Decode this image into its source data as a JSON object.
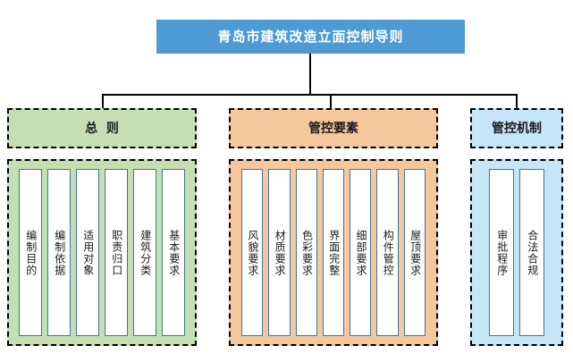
{
  "diagram": {
    "title": "青岛市建筑改造立面控制导则",
    "colors": {
      "title_bg": "#4d9ad4",
      "general_bg": "#c5dfb3",
      "elements_bg": "#f4c79d",
      "mechanism_bg": "#c5e6f7",
      "leaf_border": "#41729f",
      "connector": "#000000"
    },
    "sections": [
      {
        "key": "general",
        "header": "总  则",
        "items": [
          "编制目的",
          "编制依据",
          "适用对象",
          "职责归口",
          "建筑分类",
          "基本要求"
        ]
      },
      {
        "key": "elements",
        "header": "管控要素",
        "items": [
          "风貌要求",
          "材质要求",
          "色彩要求",
          "界面完整",
          "细部要求",
          "构件管控",
          "屋顶要求"
        ]
      },
      {
        "key": "mechanism",
        "header": "管控机制",
        "items": [
          "审批程序",
          "合法合规"
        ]
      }
    ]
  }
}
